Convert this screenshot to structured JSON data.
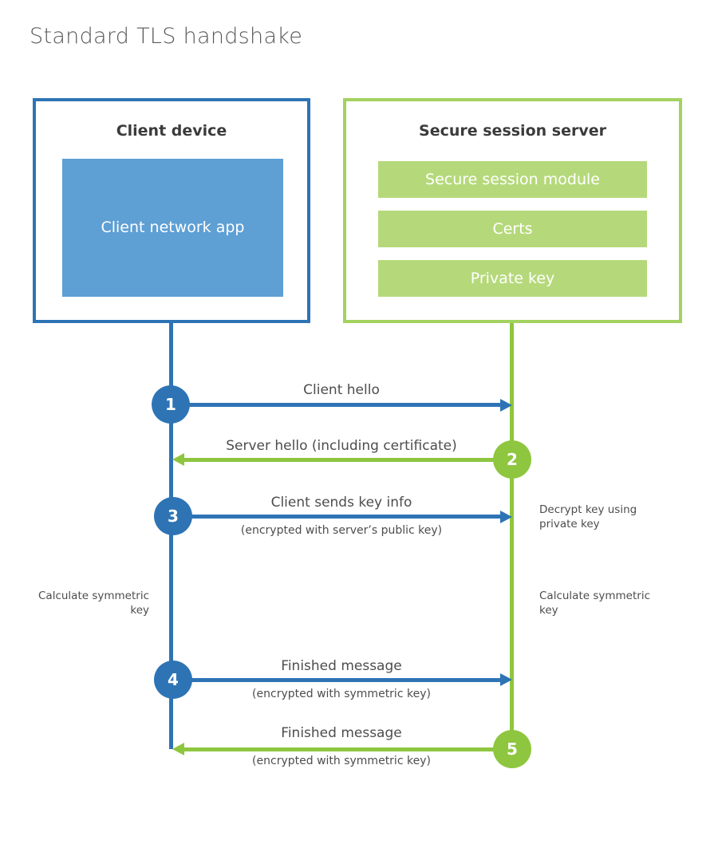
{
  "title": "Standard TLS handshake",
  "colors": {
    "blue_accent": "#2e74b5",
    "blue_fill": "#5e9fd4",
    "green_accent": "#8ec63f",
    "green_border": "#a3d25f",
    "green_fill": "#b5d97a",
    "text_gray": "#4d4d4d"
  },
  "client": {
    "title": "Client device",
    "module": "Client network app"
  },
  "server": {
    "title": "Secure session server",
    "modules": [
      "Secure session module",
      "Certs",
      "Private key"
    ]
  },
  "messages": [
    {
      "step": "1",
      "from": "client",
      "label": "Client hello",
      "sublabel": ""
    },
    {
      "step": "2",
      "from": "server",
      "label": "Server hello (including certificate)",
      "sublabel": ""
    },
    {
      "step": "3",
      "from": "client",
      "label": "Client sends key info",
      "sublabel": "(encrypted with server’s public key)"
    },
    {
      "step": "4",
      "from": "client",
      "label": "Finished message",
      "sublabel": "(encrypted with symmetric key)"
    },
    {
      "step": "5",
      "from": "server",
      "label": "Finished message",
      "sublabel": "(encrypted with symmetric key)"
    }
  ],
  "notes": {
    "decrypt": "Decrypt key using private key",
    "calc_left": "Calculate symmetric key",
    "calc_right": "Calculate symmetric key"
  }
}
